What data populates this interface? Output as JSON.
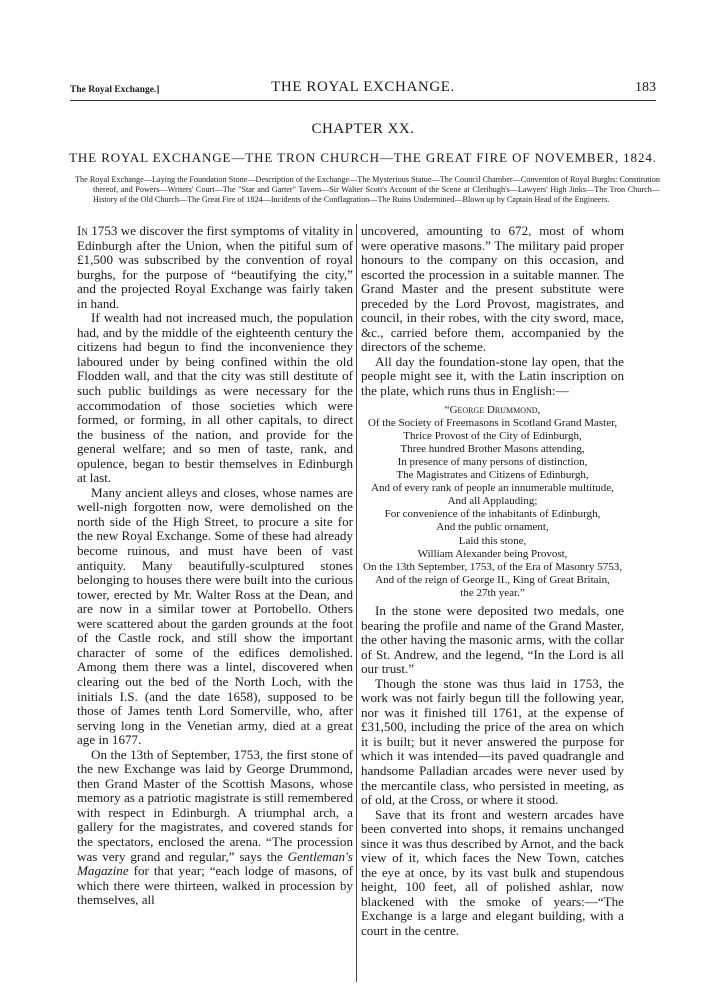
{
  "running_head": {
    "left": "The Royal Exchange.]",
    "center": "THE ROYAL EXCHANGE.",
    "page_number": "183"
  },
  "chapter": {
    "number": "CHAPTER XX.",
    "title": "THE ROYAL EXCHANGE—THE TRON CHURCH—THE GREAT FIRE OF NOVEMBER, 1824.",
    "synopsis": "The Royal Exchange—Laying the Foundation Stone—Description of the Exchange—The Mysterious Statue—The Council Chamber—Convention of Royal Burghs: Constitution thereof, and Powers—Writers' Court—The \"Star and Garter\" Tavern—Sir Walter Scott's Account of the Scene at Clerihugh's—Lawyers' High Jinks—The Tron Church—History of the Old Church—The Great Fire of 1824—Incidents of the Conflagration—The Ruins Undermined—Blown up by Captain Head of the Engineers."
  },
  "left_column": {
    "p1_dropcap": "In",
    "p1": " 1753 we discover the first symptoms of vitality in Edinburgh after the Union, when the pitiful sum of £1,500 was subscribed by the convention of royal burghs, for the purpose of “beautifying the city,” and the projected Royal Exchange was fairly taken in hand.",
    "p2": "If wealth had not increased much, the population had, and by the middle of the eighteenth century the citizens had begun to find the inconvenience they laboured under by being confined within the old Flodden wall, and that the city was still destitute of such public buildings as were necessary for the accommodation of those societies which were formed, or forming, in all other capitals, to direct the business of the nation, and provide for the general welfare; and so men of taste, rank, and opulence, began to bestir themselves in Edinburgh at last.",
    "p3": "Many ancient alleys and closes, whose names are well-nigh forgotten now, were demolished on the north side of the High Street, to procure a site for the new Royal Exchange. Some of these had already become ruinous, and must have been of vast antiquity. Many beautifully-sculptured stones belonging to houses there were built into the curious tower, erected by Mr. Walter Ross at the Dean, and are now in a similar tower at Portobello. Others were scattered about the garden grounds at the foot of the Castle rock, and still show the important character of some of the edifices demolished. Among them there was a lintel, discovered when clearing out the bed of the North Loch, with the initials I.S. (and the date 1658), supposed to be those of James tenth Lord Somerville, who, after serving long in the Venetian army, died at a great age in 1677.",
    "p4_a": "On the 13th of September, 1753, the first stone of the new Exchange was laid by George Drummond, then Grand Master of the Scottish Masons, whose memory as a patriotic magistrate is still remembered with respect in Edinburgh. A triumphal arch, a gallery for the magistrates, and covered stands for the spectators, enclosed the arena. “The procession was very grand and regular,” says the ",
    "p4_italic": "Gentleman's Magazine",
    "p4_b": " for that year; “each lodge of masons, of which there were thirteen, walked in procession by themselves, all"
  },
  "right_column": {
    "p1": "uncovered, amounting to 672, most of whom were operative masons.” The military paid proper honours to the company on this occasion, and escorted the procession in a suitable manner. The Grand Master and the present substitute were preceded by the Lord Provost, magistrates, and council, in their robes, with the city sword, mace, &c., carried before them, accompanied by the directors of the scheme.",
    "p2": "All day the foundation-stone lay open, that the people might see it, with the Latin inscription on the plate, which runs thus in English:—",
    "inscription": [
      "“George Drummond,",
      "Of the Society of Freemasons in Scotland Grand Master,",
      "Thrice Provost of the City of Edinburgh,",
      "Three hundred Brother Masons attending,",
      "In presence of many persons of distinction,",
      "The Magistrates and Citizens of Edinburgh,",
      "And of every rank of people an innumerable multitude,",
      "And all Applauding;",
      "For convenience of the inhabitants of Edinburgh,",
      "And the public ornament,",
      "Laid this stone,",
      "William Alexander being Provost,",
      "On the 13th September, 1753, of the Era of Masonry 5753,",
      "And of the reign of George II., King of Great Britain,",
      "the 27th year.”"
    ],
    "p3": "In the stone were deposited two medals, one bearing the profile and name of the Grand Master, the other having the masonic arms, with the collar of St. Andrew, and the legend, “In the Lord is all our trust.”",
    "p4": "Though the stone was thus laid in 1753, the work was not fairly begun till the following year, nor was it finished till 1761, at the expense of £31,500, including the price of the area on which it is built; but it never answered the purpose for which it was intended—its paved quadrangle and handsome Palladian arcades were never used by the mercantile class, who persisted in meeting, as of old, at the Cross, or where it stood.",
    "p5": "Save that its front and western arcades have been converted into shops, it remains unchanged since it was thus described by Arnot, and the back view of it, which faces the New Town, catches the eye at once, by its vast bulk and stupendous height, 100 feet, all of polished ashlar, now blackened with the smoke of years:—“The Exchange is a large and elegant building, with a court in the centre."
  }
}
